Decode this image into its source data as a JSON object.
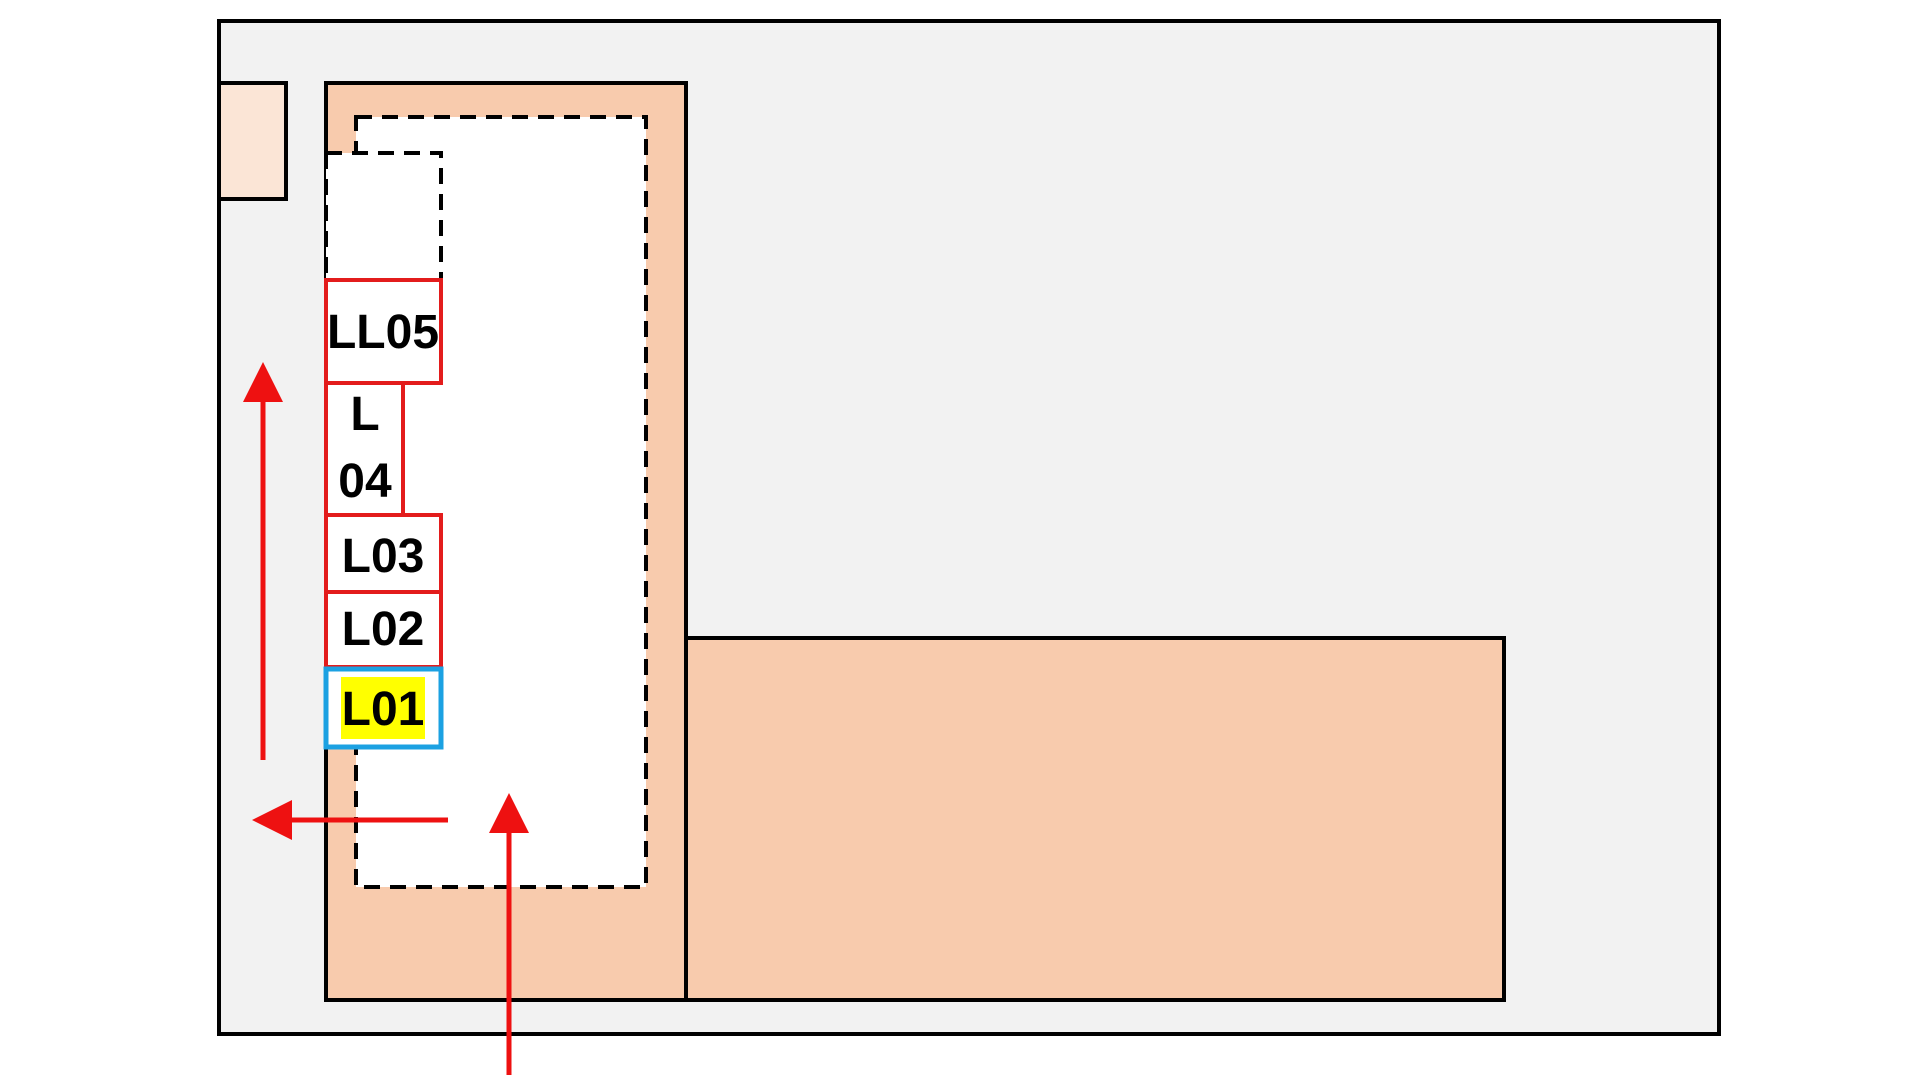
{
  "colors": {
    "background": "#ffffff",
    "site_fill": "#f2f2f2",
    "outline": "#000000",
    "zone_fill": "#f8cbad",
    "small_box_fill": "#fbe5d6",
    "inner_fill": "#ffffff",
    "lot_border": "#e31c1c",
    "selected_border": "#1ba1e2",
    "highlight": "#ffff00",
    "arrow": "#ee1111"
  },
  "lots": [
    {
      "id": "L01",
      "label": "L01",
      "selected": true
    },
    {
      "id": "L02",
      "label": "L02",
      "selected": false
    },
    {
      "id": "L03",
      "label": "L03",
      "selected": false
    },
    {
      "id": "L04",
      "label_line1": "L",
      "label_line2": "04",
      "selected": false
    },
    {
      "id": "LL05",
      "label": "LL05",
      "selected": false
    }
  ],
  "arrows": [
    {
      "name": "arrow-up-left",
      "direction": "up"
    },
    {
      "name": "arrow-left",
      "direction": "left"
    },
    {
      "name": "arrow-up-entry",
      "direction": "up"
    }
  ]
}
